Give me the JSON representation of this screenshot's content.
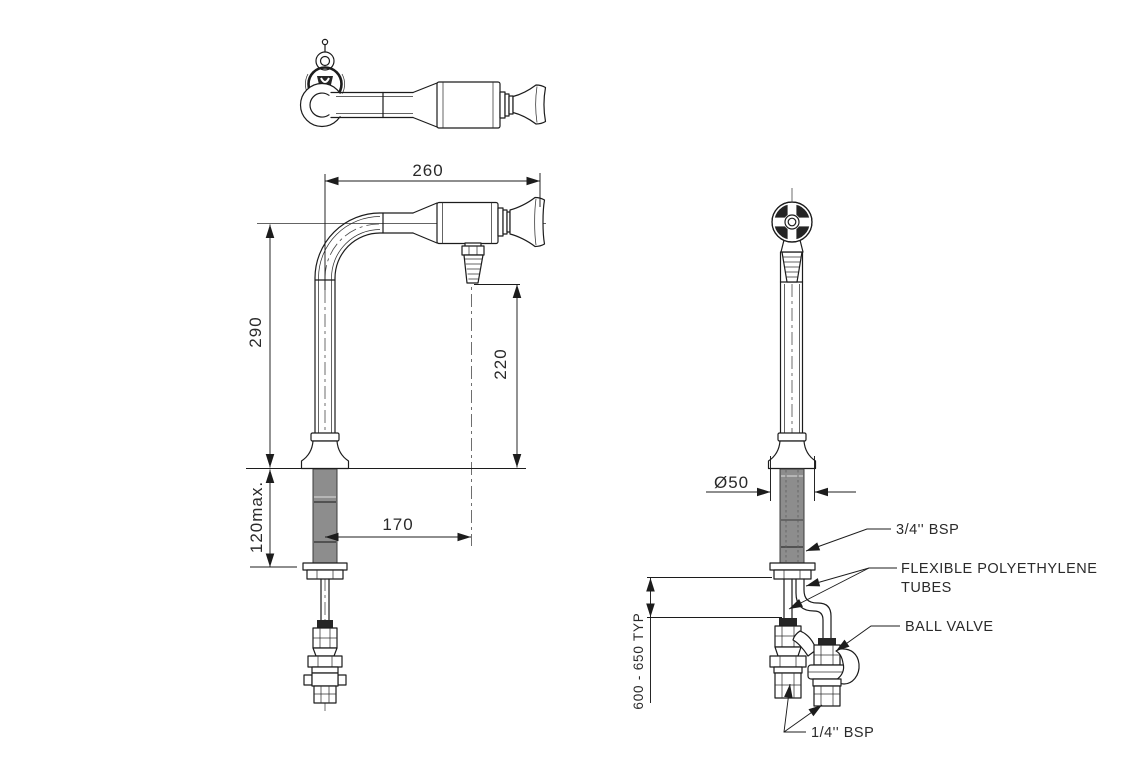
{
  "drawing": {
    "colors": {
      "line": "#1c1c1c",
      "shank_fill": "#8d8d8d",
      "background": "#ffffff",
      "text": "#2a2a2a"
    },
    "dimensions": {
      "spout_reach": "260",
      "spout_height": "290",
      "outlet_clearance": "220",
      "nozzle_offset": "170",
      "max_deck_thickness": "120max.",
      "base_diameter": "Ø50",
      "tail_length": "600 - 650 TYP"
    },
    "labels": {
      "shank_thread": "3/4'' BSP",
      "tubes_line1": "FLEXIBLE POLYETHYLENE",
      "tubes_line2": "TUBES",
      "valve": "BALL VALVE",
      "tail_thread": "1/4'' BSP"
    }
  }
}
